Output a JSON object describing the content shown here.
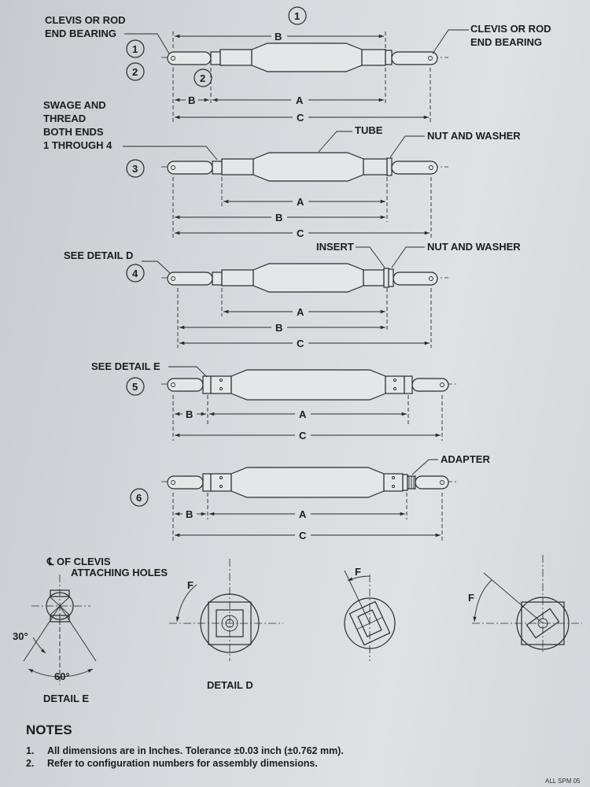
{
  "labels": {
    "clevis_left": [
      "CLEVIS OR ROD",
      "END BEARING"
    ],
    "clevis_right": [
      "CLEVIS OR ROD",
      "END BEARING"
    ],
    "swage": [
      "SWAGE AND",
      "THREAD",
      "BOTH ENDS",
      "1 THROUGH 4"
    ],
    "tube": "TUBE",
    "nut_washer": "NUT AND WASHER",
    "see_detail_d": "SEE DETAIL D",
    "insert": "INSERT",
    "see_detail_e": "SEE DETAIL E",
    "adapter": "ADAPTER",
    "cl_clevis": [
      "℄ OF CLEVIS",
      "ATTACHING HOLES"
    ],
    "detail_e": "DETAIL E",
    "detail_d": "DETAIL D"
  },
  "configs": [
    "1",
    "2",
    "3",
    "4",
    "5",
    "6"
  ],
  "dims": {
    "A": "A",
    "B": "B",
    "C": "C",
    "F": "F"
  },
  "angles": {
    "a30": "30°",
    "a60": "60°"
  },
  "notes": {
    "title": "NOTES",
    "items": [
      {
        "num": "1.",
        "text": "All dimensions are in Inches. Tolerance ±0.03 inch (±0.762 mm)."
      },
      {
        "num": "2.",
        "text": "Refer to configuration numbers for assembly dimensions."
      }
    ]
  },
  "footer": "ALL SPM 05"
}
